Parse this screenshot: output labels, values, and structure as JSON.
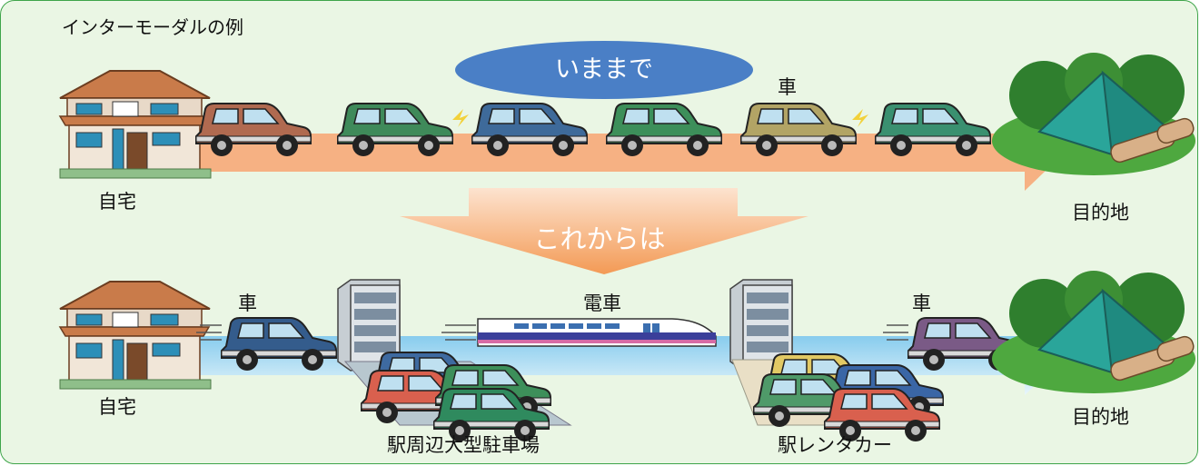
{
  "title": "インターモーダルの例",
  "top": {
    "oval_label": "いままで",
    "car_label": "車",
    "home_label": "自宅",
    "dest_label": "目的地"
  },
  "transition_label": "これからは",
  "bottom": {
    "home_label": "自宅",
    "car1_label": "車",
    "train_label": "電車",
    "car2_label": "車",
    "dest_label": "目的地",
    "parking_label": "駅周辺大型駐車場",
    "rental_label": "駅レンタカー"
  },
  "colors": {
    "frame_bg": "#eaf6e4",
    "frame_border": "#3fa54a",
    "top_arrow": "#f6b183",
    "bottom_arrow": "#6cc8f0",
    "oval": "#4a7fc6",
    "transition_arrow": "#f6a060"
  },
  "icons": {
    "house": "house-icon",
    "car": "car-icon",
    "train": "shinkansen-icon",
    "building": "station-building-icon",
    "parking": "parking-lot-icon",
    "camp": "tent-campsite-icon"
  }
}
